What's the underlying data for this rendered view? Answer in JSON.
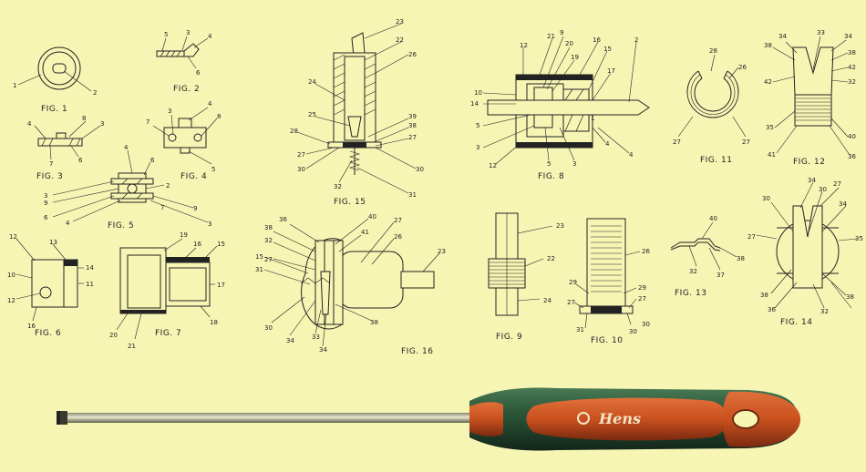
{
  "figures": [
    {
      "caption": "FIG. 1",
      "labels": [
        "1",
        "2"
      ]
    },
    {
      "caption": "FIG. 2",
      "labels": [
        "5",
        "3",
        "4",
        "6"
      ]
    },
    {
      "caption": "FIG. 3",
      "labels": [
        "4",
        "8",
        "3",
        "7",
        "6"
      ]
    },
    {
      "caption": "FIG. 4",
      "labels": [
        "7",
        "3",
        "4",
        "8",
        "5"
      ]
    },
    {
      "caption": "FIG. 5",
      "labels": [
        "4",
        "6",
        "3",
        "9",
        "2",
        "6",
        "4",
        "9",
        "3",
        "7"
      ]
    },
    {
      "caption": "FIG. 6",
      "labels": [
        "12",
        "13",
        "14",
        "10",
        "11",
        "12",
        "16"
      ]
    },
    {
      "caption": "FIG. 7",
      "labels": [
        "19",
        "16",
        "15",
        "17",
        "18",
        "20",
        "21"
      ]
    },
    {
      "caption": "FIG. 8",
      "labels": [
        "12",
        "21",
        "9",
        "20",
        "19",
        "16",
        "15",
        "17",
        "2",
        "10",
        "14",
        "5",
        "3",
        "12",
        "5",
        "3",
        "4",
        "1",
        "4"
      ]
    },
    {
      "caption": "FIG. 9",
      "labels": [
        "23",
        "22",
        "24"
      ]
    },
    {
      "caption": "FIG. 10",
      "labels": [
        "26",
        "29",
        "29",
        "27",
        "27",
        "31",
        "30",
        "30"
      ]
    },
    {
      "caption": "FIG. 11",
      "labels": [
        "28",
        "26",
        "27",
        "27"
      ]
    },
    {
      "caption": "FIG. 12",
      "labels": [
        "34",
        "33",
        "34",
        "38",
        "38",
        "42",
        "42",
        "32",
        "35",
        "40",
        "41",
        "36"
      ]
    },
    {
      "caption": "FIG. 13",
      "labels": [
        "40",
        "32",
        "37",
        "38"
      ]
    },
    {
      "caption": "FIG. 14",
      "labels": [
        "34",
        "30",
        "30",
        "34",
        "27",
        "27",
        "35",
        "38",
        "36",
        "32",
        "38"
      ]
    },
    {
      "caption": "FIG. 15",
      "labels": [
        "23",
        "22",
        "26",
        "24",
        "25",
        "28",
        "39",
        "38",
        "27",
        "27",
        "30",
        "32",
        "30",
        "31"
      ]
    },
    {
      "caption": "FIG. 16",
      "labels": [
        "36",
        "38",
        "32",
        "15",
        "27",
        "31",
        "40",
        "41",
        "27",
        "26",
        "23",
        "30",
        "34",
        "33",
        "34",
        "38"
      ]
    }
  ],
  "screwdriver": {
    "brand": "Hens"
  },
  "colors": {
    "paper": "#f7f5b4",
    "ink": "#222222",
    "handle_green": "#2e5a3a",
    "handle_orange": "#c9501e"
  }
}
